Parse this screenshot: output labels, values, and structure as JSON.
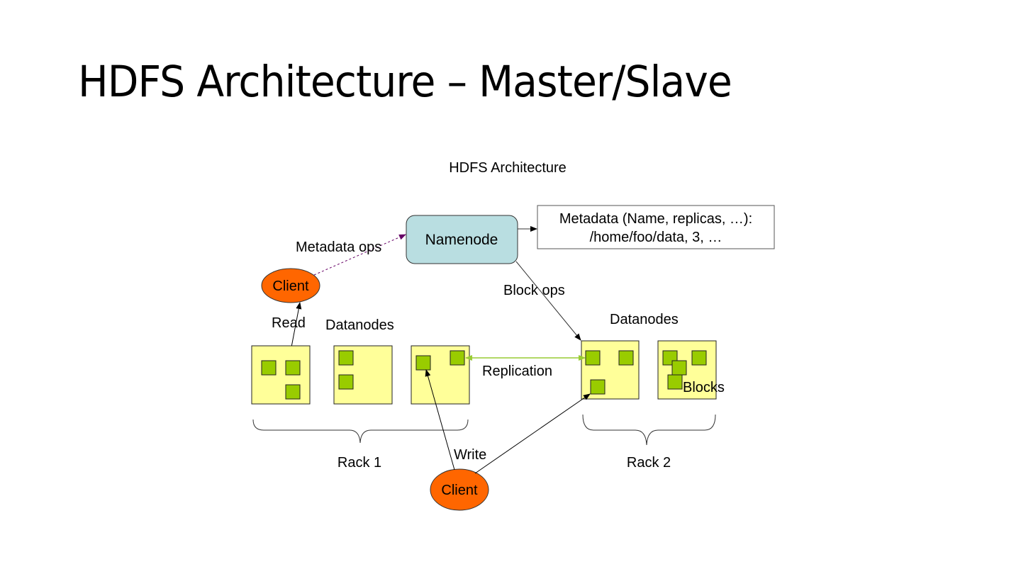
{
  "slide": {
    "title": "HDFS Architecture – Master/Slave"
  },
  "diagram": {
    "title": "HDFS Architecture",
    "namenode": {
      "label": "Namenode",
      "color": "#b9dee1"
    },
    "metadata_box": {
      "line1": "Metadata (Name, replicas, …):",
      "line2": "/home/foo/data, 3, …"
    },
    "labels": {
      "metadata_ops": "Metadata ops",
      "block_ops": "Block ops",
      "read": "Read",
      "write": "Write",
      "replication": "Replication",
      "blocks": "Blocks",
      "datanodes_left": "Datanodes",
      "datanodes_right": "Datanodes",
      "rack1": "Rack 1",
      "rack2": "Rack 2"
    },
    "clients": [
      {
        "label": "Client",
        "role": "read"
      },
      {
        "label": "Client",
        "role": "write"
      }
    ],
    "colors": {
      "client": "#ff6600",
      "datanode": "#ffff99",
      "block": "#99cc00",
      "replication_arrow": "#99cc33",
      "metadata_arrow": "#660066"
    }
  }
}
